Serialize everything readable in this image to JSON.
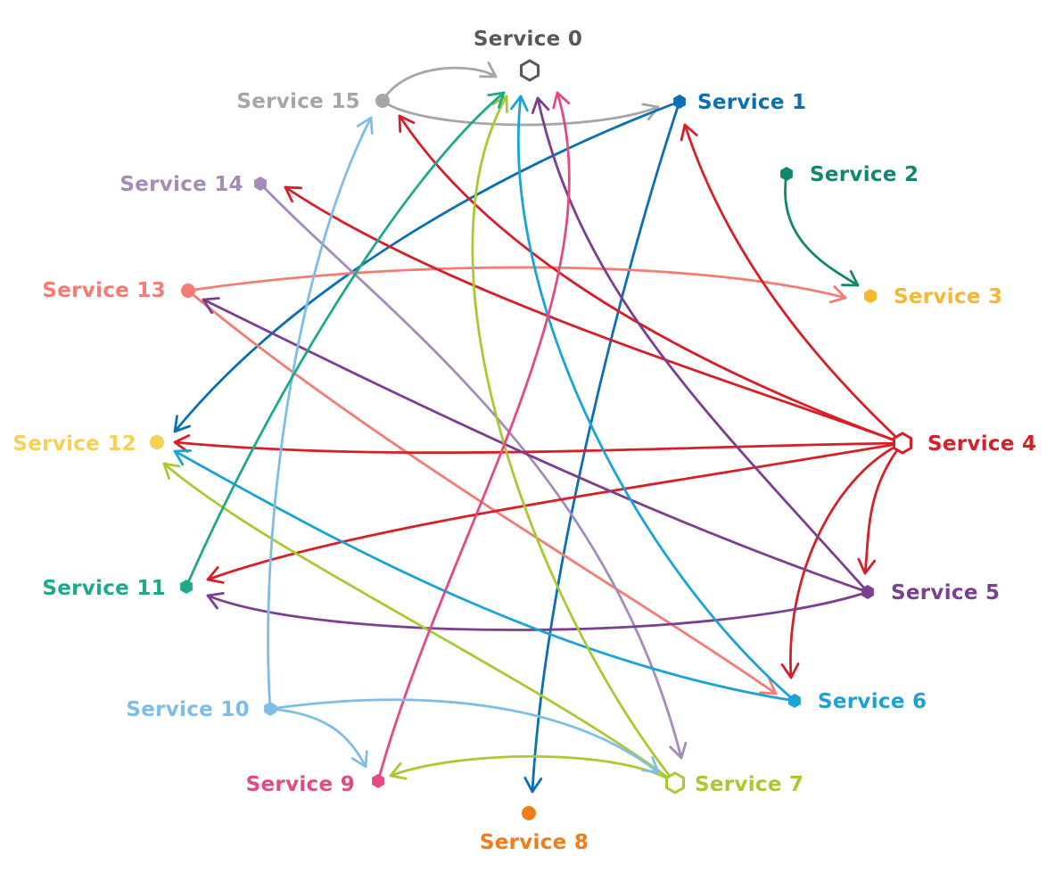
{
  "diagram": {
    "nodes": [
      {
        "id": 0,
        "label": "Service 0",
        "color": "#595959",
        "shape": "hollow-hexagon"
      },
      {
        "id": 1,
        "label": "Service 1",
        "color": "#0a6fb3",
        "shape": "hexagon"
      },
      {
        "id": 2,
        "label": "Service 2",
        "color": "#11876f",
        "shape": "hexagon"
      },
      {
        "id": 3,
        "label": "Service 3",
        "color": "#f5b82e",
        "shape": "hexagon"
      },
      {
        "id": 4,
        "label": "Service 4",
        "color": "#d61f26",
        "shape": "hollow-hexagon"
      },
      {
        "id": 5,
        "label": "Service 5",
        "color": "#7b3f91",
        "shape": "hexagon"
      },
      {
        "id": 6,
        "label": "Service 6",
        "color": "#1aa3d9",
        "shape": "hexagon"
      },
      {
        "id": 7,
        "label": "Service 7",
        "color": "#a9c931",
        "shape": "hollow-hexagon"
      },
      {
        "id": 8,
        "label": "Service 8",
        "color": "#f27c1a",
        "shape": "dot"
      },
      {
        "id": 9,
        "label": "Service 9",
        "color": "#e24a86",
        "shape": "hexagon"
      },
      {
        "id": 10,
        "label": "Service 10",
        "color": "#7fbde4",
        "shape": "hexagon"
      },
      {
        "id": 11,
        "label": "Service 11",
        "color": "#20a88b",
        "shape": "hexagon"
      },
      {
        "id": 12,
        "label": "Service 12",
        "color": "#f7d154",
        "shape": "dot"
      },
      {
        "id": 13,
        "label": "Service 13",
        "color": "#f47c72",
        "shape": "dot"
      },
      {
        "id": 14,
        "label": "Service 14",
        "color": "#a58bb9",
        "shape": "hexagon"
      },
      {
        "id": 15,
        "label": "Service 15",
        "color": "#a6a6a6",
        "shape": "dot"
      }
    ],
    "edges": [
      {
        "from": 15,
        "to": 0
      },
      {
        "from": 15,
        "to": 1
      },
      {
        "from": 1,
        "to": 12
      },
      {
        "from": 1,
        "to": 8
      },
      {
        "from": 2,
        "to": 3
      },
      {
        "from": 13,
        "to": 3
      },
      {
        "from": 13,
        "to": 6
      },
      {
        "from": 14,
        "to": 7
      },
      {
        "from": 4,
        "to": 15
      },
      {
        "from": 4,
        "to": 14
      },
      {
        "from": 4,
        "to": 12
      },
      {
        "from": 4,
        "to": 11
      },
      {
        "from": 4,
        "to": 1
      },
      {
        "from": 4,
        "to": 5
      },
      {
        "from": 4,
        "to": 6
      },
      {
        "from": 5,
        "to": 0
      },
      {
        "from": 5,
        "to": 13
      },
      {
        "from": 5,
        "to": 11
      },
      {
        "from": 6,
        "to": 0
      },
      {
        "from": 6,
        "to": 12
      },
      {
        "from": 7,
        "to": 0
      },
      {
        "from": 7,
        "to": 12
      },
      {
        "from": 7,
        "to": 9
      },
      {
        "from": 9,
        "to": 0
      },
      {
        "from": 10,
        "to": 15
      },
      {
        "from": 10,
        "to": 9
      },
      {
        "from": 10,
        "to": 7
      },
      {
        "from": 11,
        "to": 0
      }
    ]
  }
}
